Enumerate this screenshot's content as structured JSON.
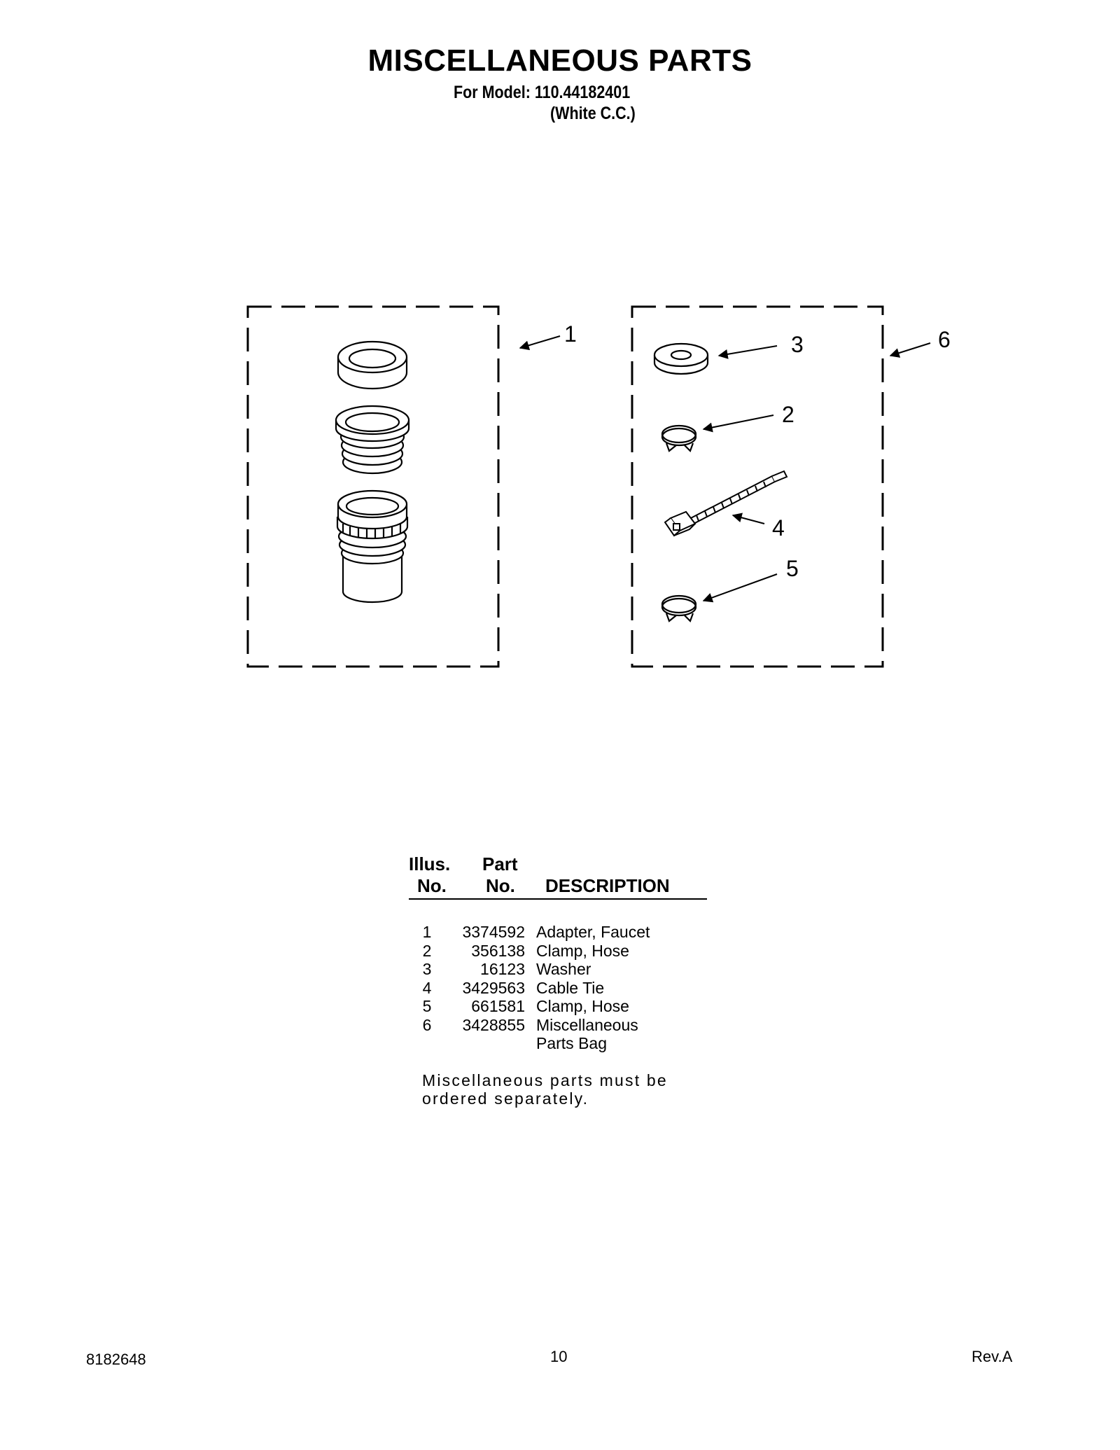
{
  "header": {
    "title": "MISCELLANEOUS PARTS",
    "model_line": "For Model: 110.44182401",
    "variant_line": "(White C.C.)"
  },
  "callouts": [
    "1",
    "3",
    "6",
    "2",
    "4",
    "5"
  ],
  "table": {
    "headers": {
      "illus_top": "Illus.",
      "illus_bottom": "No.",
      "part_top": "Part",
      "part_bottom": "No.",
      "description": "DESCRIPTION"
    },
    "rows": [
      {
        "illus": "1",
        "part": "3374592",
        "desc": "Adapter, Faucet"
      },
      {
        "illus": "2",
        "part": "356138",
        "desc": "Clamp, Hose"
      },
      {
        "illus": "3",
        "part": "16123",
        "desc": "Washer"
      },
      {
        "illus": "4",
        "part": "3429563",
        "desc": "Cable Tie"
      },
      {
        "illus": "5",
        "part": "661581",
        "desc": "Clamp, Hose"
      },
      {
        "illus": "6",
        "part": "3428855",
        "desc": "Miscellaneous"
      },
      {
        "illus": "",
        "part": "",
        "desc": "Parts Bag"
      }
    ]
  },
  "note": "Miscellaneous parts must be ordered separately.",
  "footer": {
    "doc_number": "8182648",
    "page_number": "10",
    "revision": "Rev.A"
  }
}
